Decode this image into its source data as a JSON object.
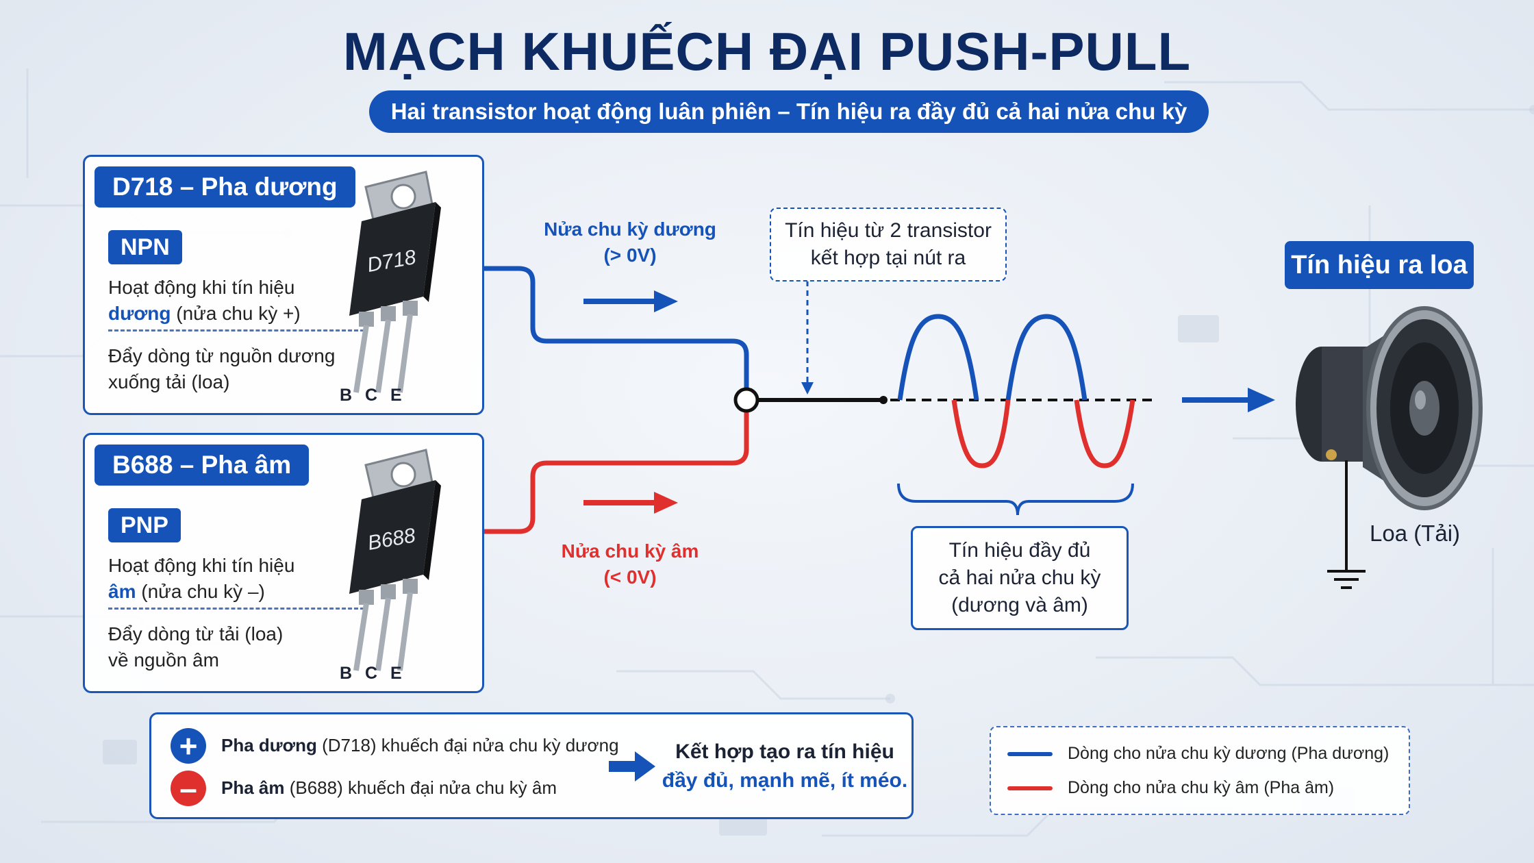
{
  "title": "MẠCH KHUẾCH ĐẠI PUSH-PULL",
  "subtitle": "Hai transistor hoạt động luân phiên – Tín hiệu ra đầy đủ cả hai nửa chu kỳ",
  "npn_card": {
    "header": "D718 – Pha dương",
    "type_badge": "NPN",
    "line1": "Hoạt động khi tín hiệu",
    "highlight": "dương",
    "line2_rest": " (nửa chu kỳ +)",
    "desc1": "Đẩy dòng từ nguồn dương",
    "desc2": "xuống tải (loa)",
    "chip_label": "D718",
    "pins": "B C E"
  },
  "pnp_card": {
    "header": "B688 – Pha âm",
    "type_badge": "PNP",
    "line1": "Hoạt động khi tín hiệu",
    "highlight": "âm",
    "line2_rest": " (nửa chu kỳ –)",
    "desc1": "Đẩy dòng từ tải (loa)",
    "desc2": "về nguồn âm",
    "chip_label": "B688",
    "pins": "B C E"
  },
  "pos_half_label": {
    "line1": "Nửa chu kỳ dương",
    "line2": "(> 0V)"
  },
  "neg_half_label": {
    "line1": "Nửa chu kỳ âm",
    "line2": "(< 0V)"
  },
  "callout": {
    "line1": "Tín hiệu từ 2 transistor",
    "line2": "kết hợp tại nút ra"
  },
  "output_badge": "Tín hiệu ra loa",
  "full_signal_box": {
    "line1": "Tín hiệu đầy đủ",
    "line2": "cả hai nửa chu kỳ",
    "line3": "(dương và âm)"
  },
  "speaker_label": "Loa (Tải)",
  "summary": {
    "pos_icon": "+",
    "pos_bold": "Pha dương",
    "pos_rest": " (D718) khuếch đại nửa chu kỳ dương",
    "neg_icon": "–",
    "neg_bold": "Pha âm",
    "neg_rest": " (B688) khuếch đại nửa chu kỳ âm",
    "result_line1": "Kết hợp tạo ra tín hiệu",
    "result_line2": "đầy đủ, mạnh mẽ, ít méo."
  },
  "legend": {
    "pos": "Dòng cho nửa chu kỳ dương (Pha dương)",
    "neg": "Dòng cho nửa chu kỳ âm (Pha âm)"
  },
  "colors": {
    "primary": "#1553b8",
    "positive": "#1553b8",
    "negative": "#e0302e",
    "title": "#0d2a63"
  },
  "icons": [
    "plus-icon",
    "minus-icon",
    "arrow-right-icon",
    "speaker-icon",
    "ground-icon",
    "transistor-icon"
  ]
}
